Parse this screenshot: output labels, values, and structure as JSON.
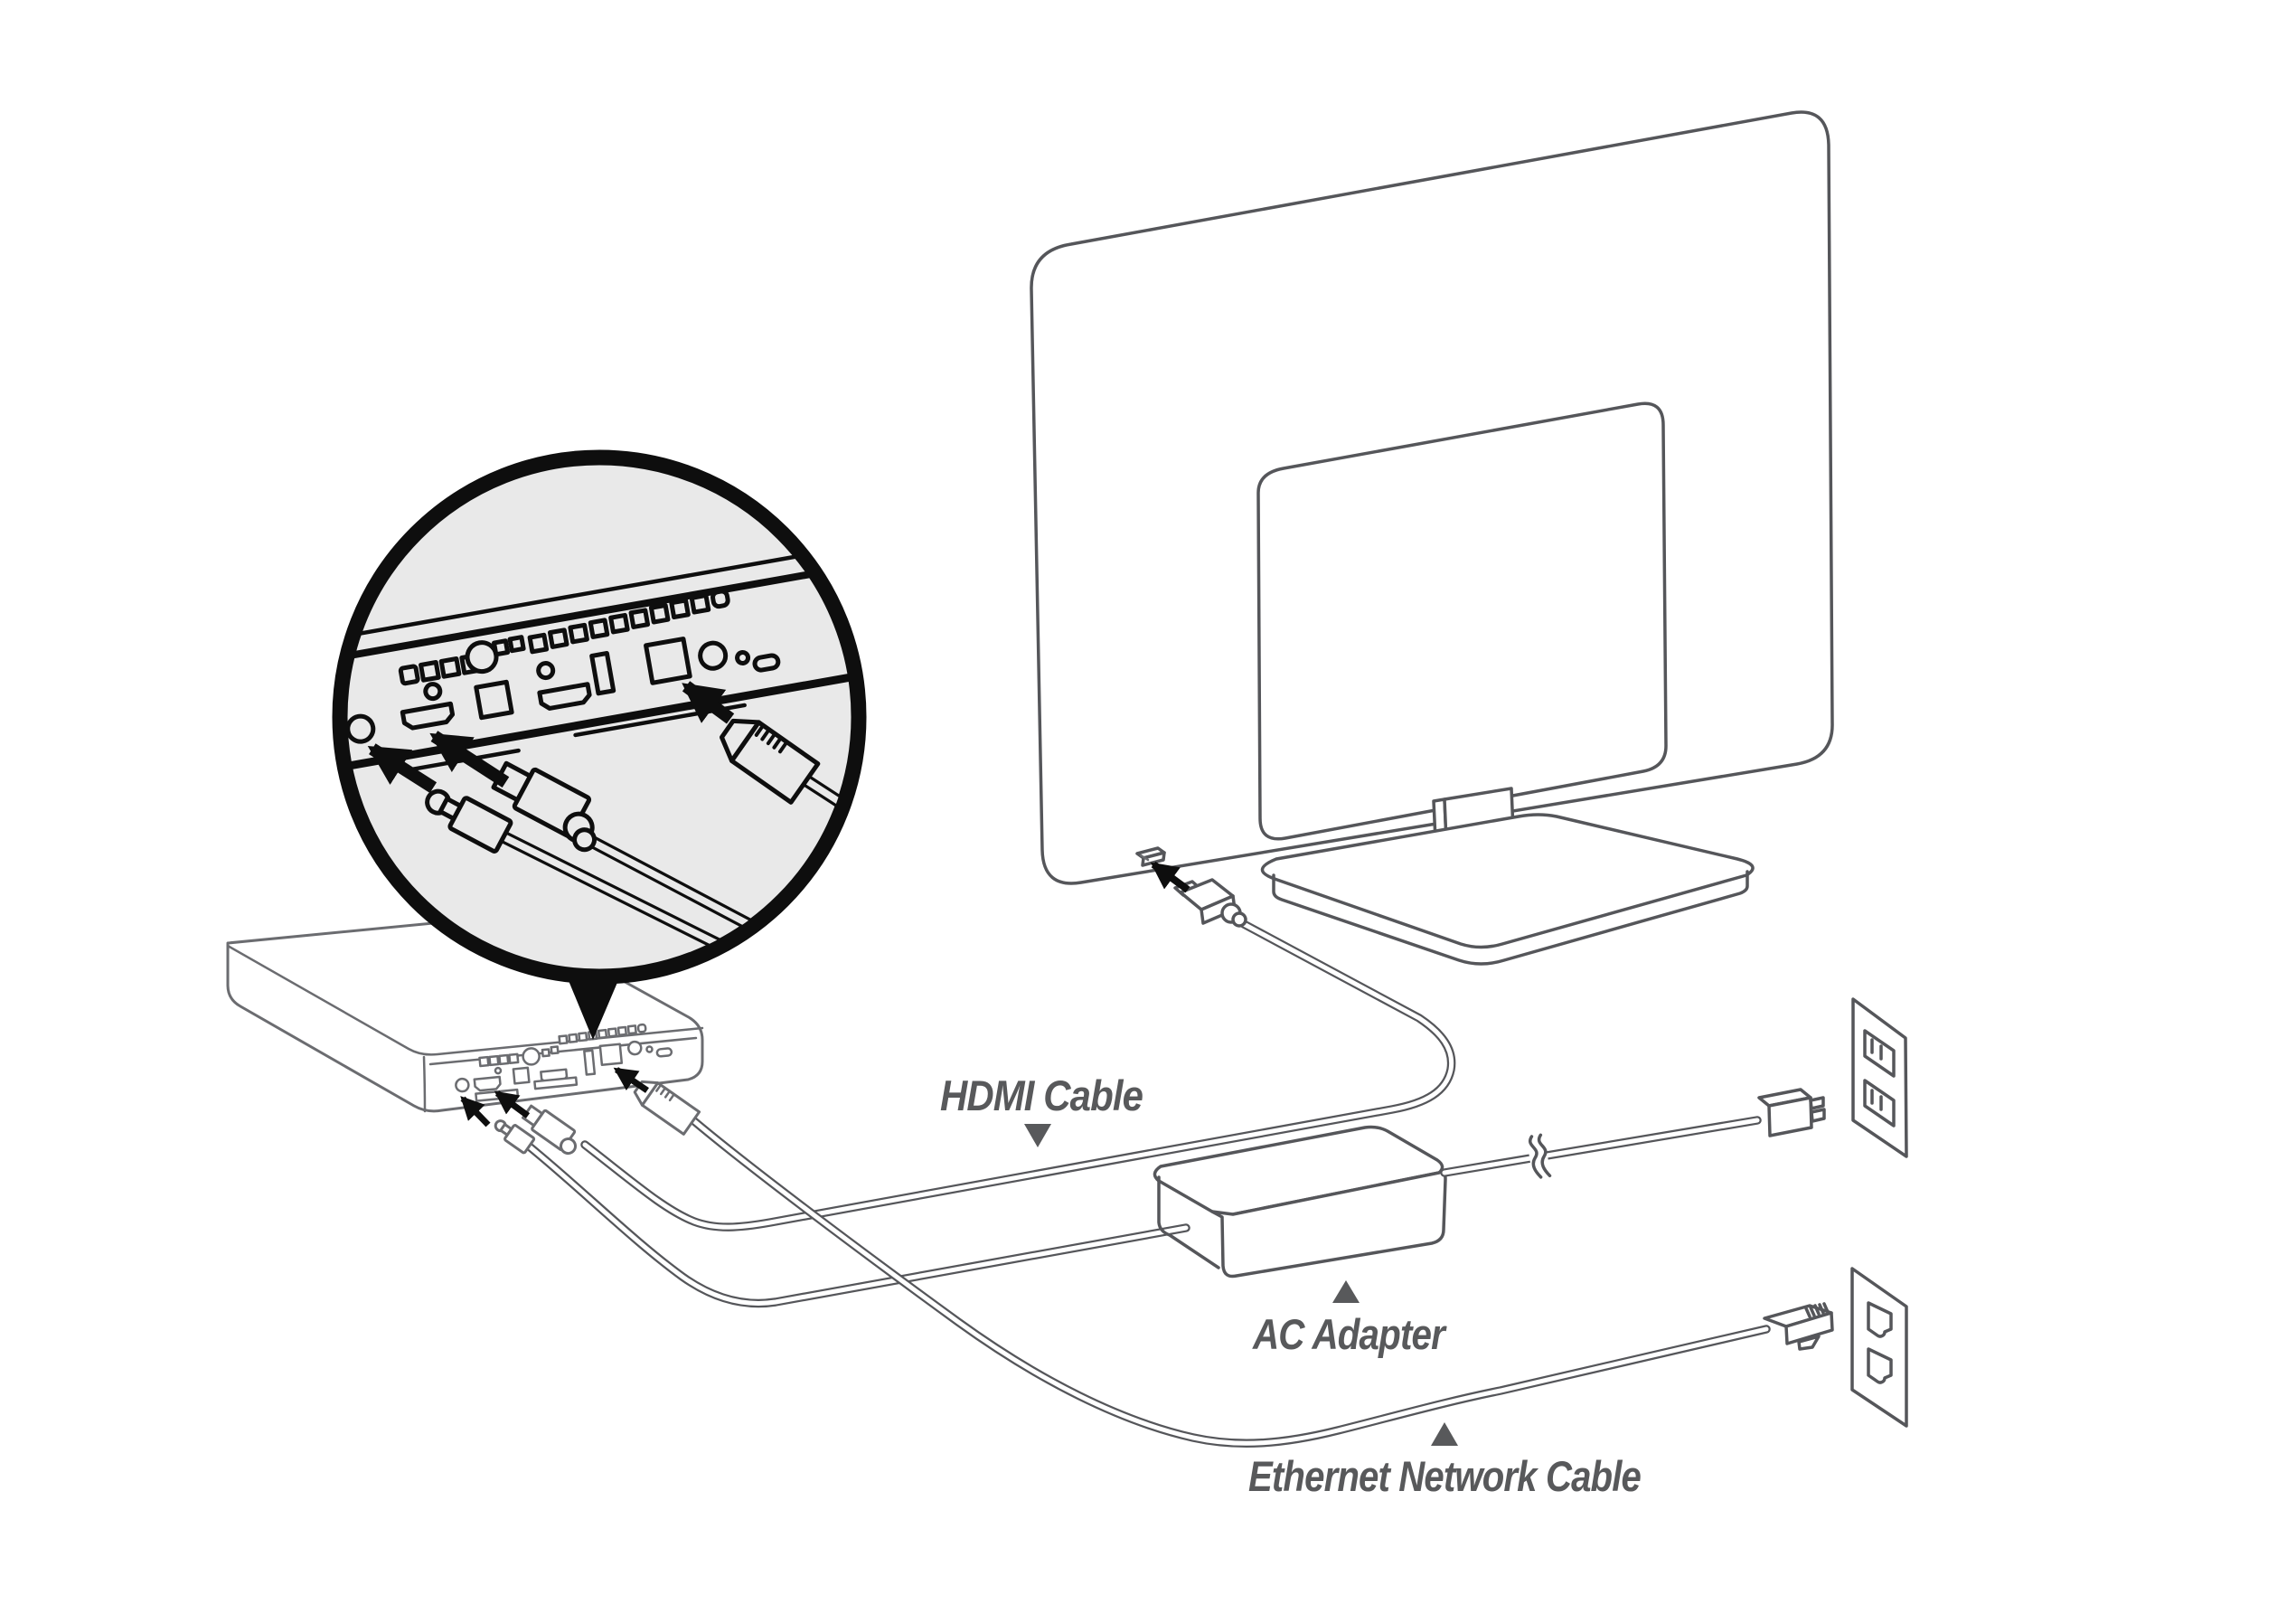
{
  "labels": {
    "hdmi_cable": {
      "text": "HDMI Cable",
      "pointer": "down"
    },
    "ac_adapter": {
      "text": "AC Adapter",
      "pointer": "up"
    },
    "ethernet_network_cable": {
      "text": "Ethernet Network Cable",
      "pointer": "up"
    }
  },
  "colors": {
    "background": "#ffffff",
    "line_art": "#55565a",
    "device_line": "#6b6c70",
    "magnifier_ink": "#0e0e0e",
    "magnifier_fill": "#e9e9e9",
    "label_text": "#58595b"
  },
  "icons": {
    "magnifier": "zoom-callout-circle",
    "pointer_down": "triangle-down-icon",
    "pointer_up": "triangle-up-icon",
    "insert_arrows": "black-insert-arrow-icon",
    "cable_break": "cable-break-squiggle-icon"
  }
}
